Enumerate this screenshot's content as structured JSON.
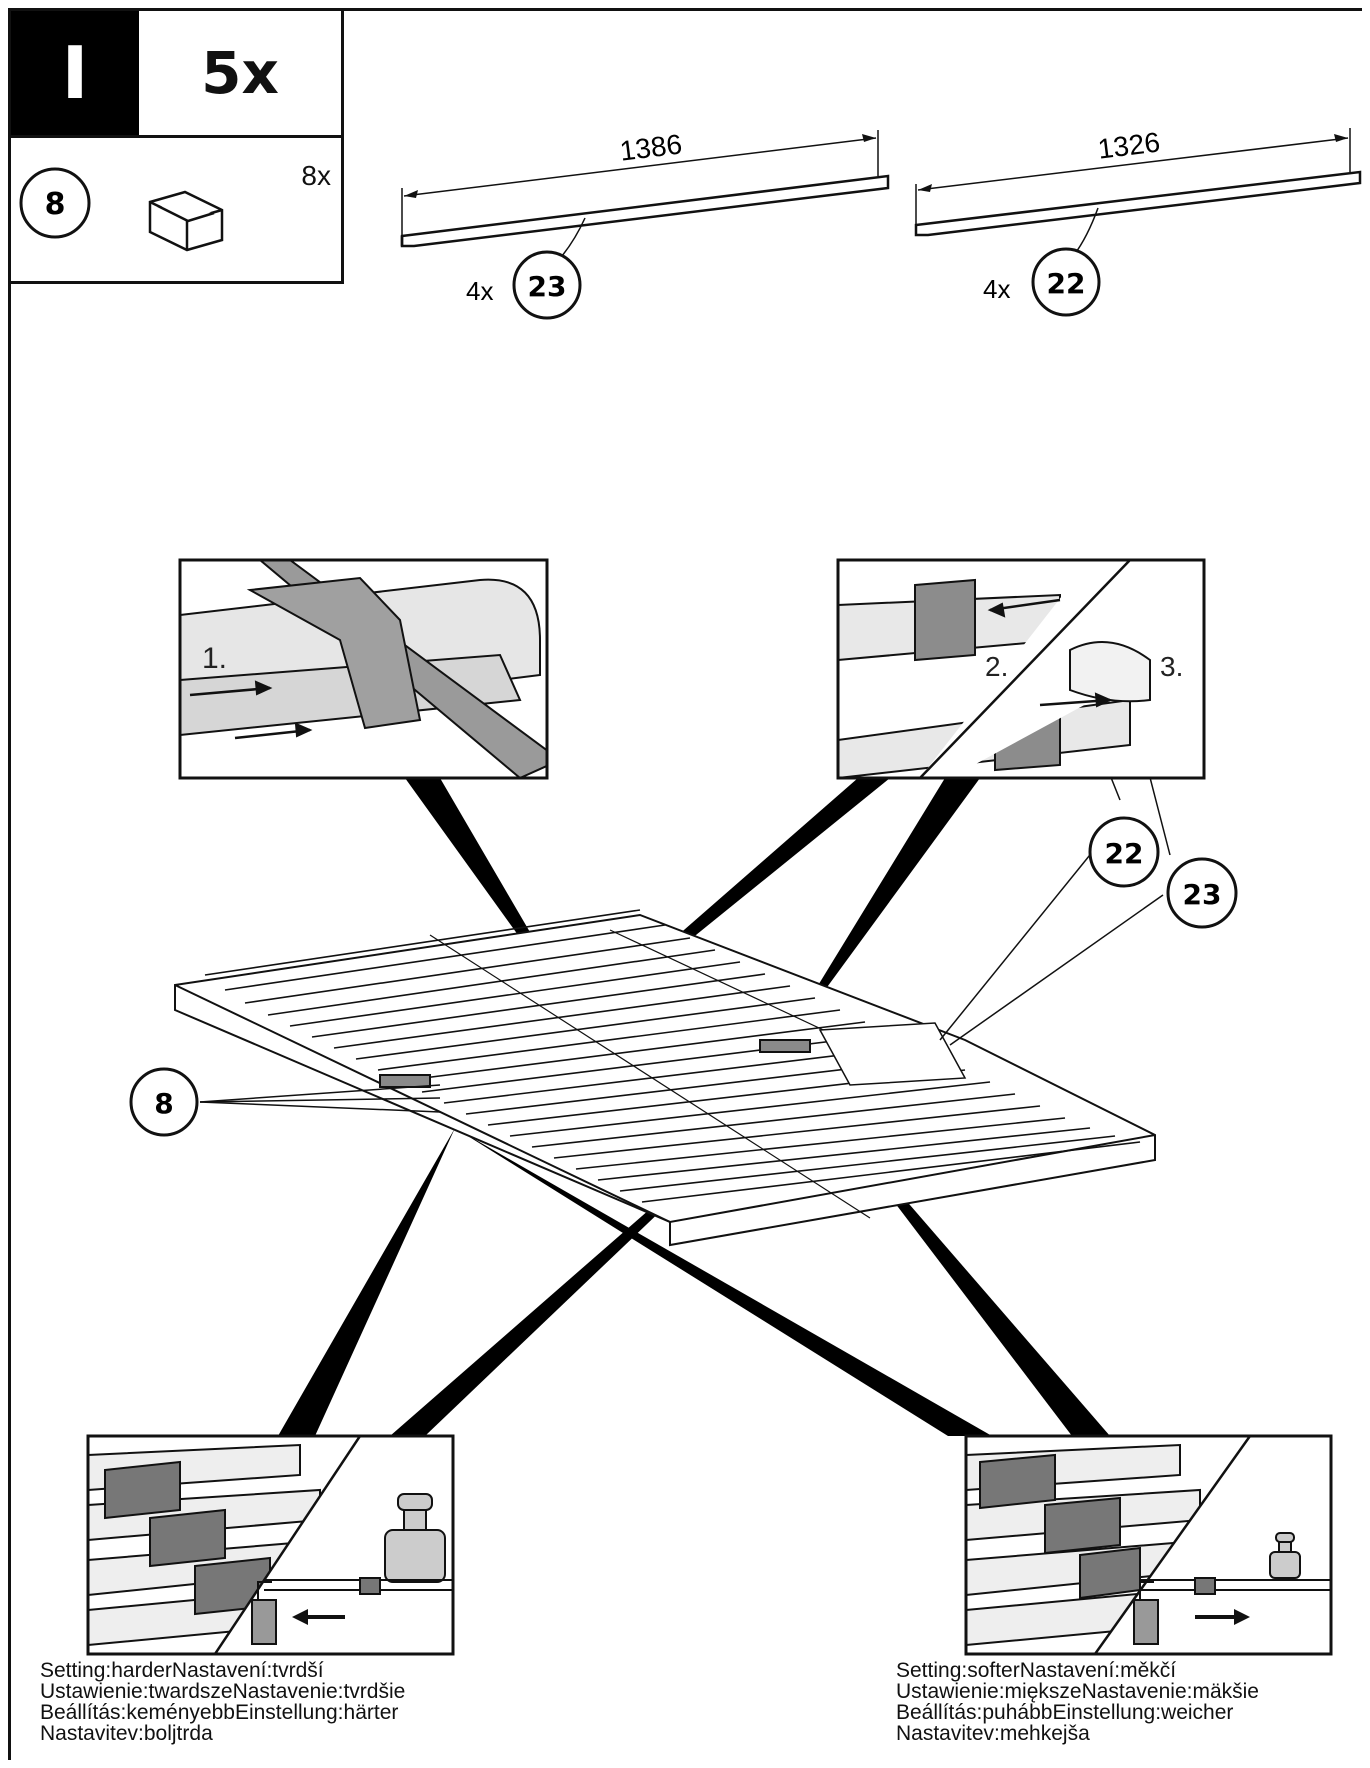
{
  "header": {
    "step_label": "I",
    "repeat_count": "5x"
  },
  "parts": {
    "connector_id": "8",
    "connector_qty": "8x"
  },
  "rails": [
    {
      "length": "1386",
      "qty": "4x",
      "part_id": "23"
    },
    {
      "length": "1326",
      "qty": "4x",
      "part_id": "22"
    }
  ],
  "details": {
    "step_1": "1.",
    "step_2": "2.",
    "step_3": "3.",
    "callout_22": "22",
    "callout_23": "23",
    "callout_8": "8"
  },
  "captions": {
    "harder": [
      "Setting:harderNastavení:tvrdší",
      "Ustawienie:twardszeNastavenie:tvrdšie",
      "Beállítás:keményebbEinstellung:härter",
      "Nastavitev:boljtrda"
    ],
    "softer": [
      "Setting:softerNastavení:měkčí",
      "Ustawienie:miększeNastavenie:mäkšie",
      "Beállítás:puhábbEinstellung:weicher",
      "Nastavitev:mehkejša"
    ]
  },
  "icons": [
    "connector-sleeve-icon",
    "arrow-left-icon",
    "arrow-right-icon",
    "weight-figure-icon"
  ]
}
